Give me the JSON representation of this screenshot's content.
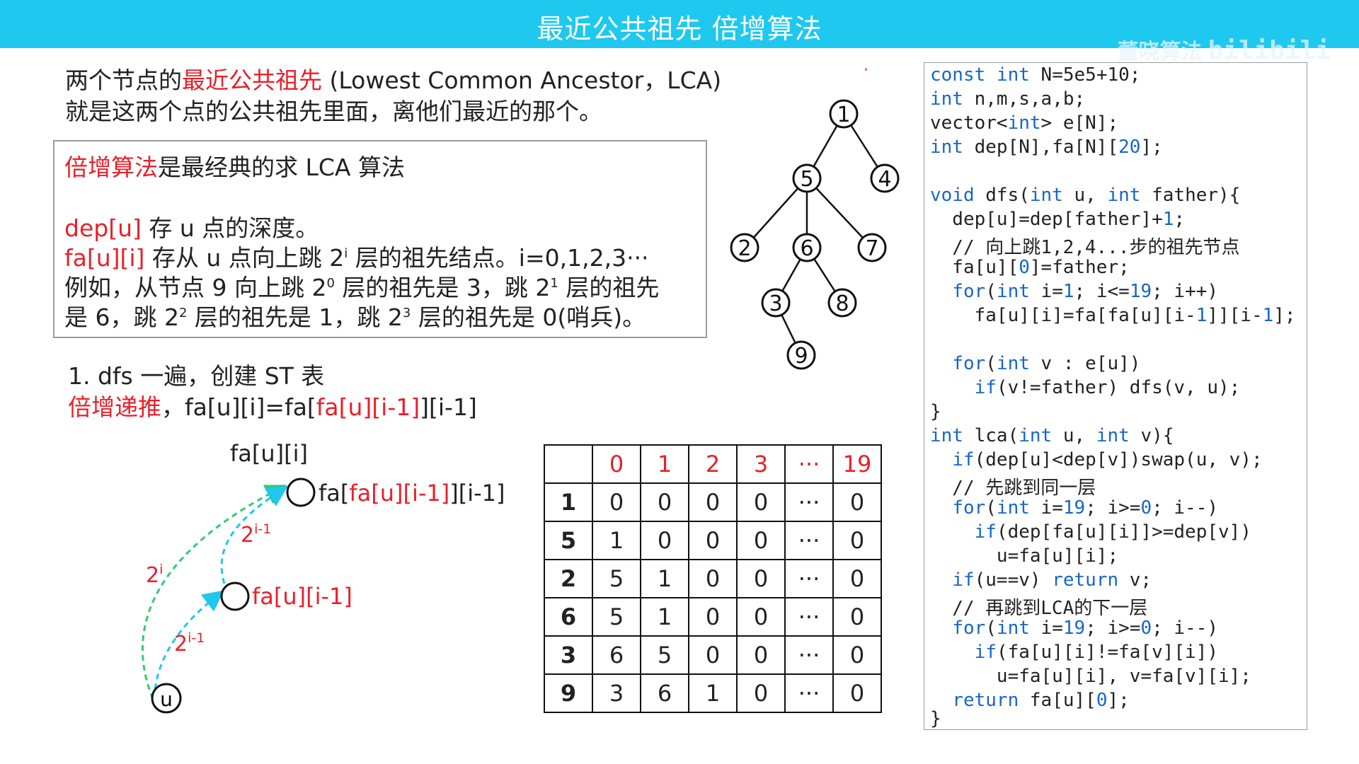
{
  "header": {
    "title": "最近公共祖先 倍增算法",
    "watermark": "董晓算法",
    "watermark_logo": "bilibili"
  },
  "intro": {
    "l1_pre": "两个节点的",
    "l1_highlight": "最近公共祖先",
    "l1_post": " (Lowest Common Ancestor，LCA)",
    "l2": "就是这两个点的公共祖先里面，离他们最近的那个。"
  },
  "box": {
    "l1_highlight": "倍增算法",
    "l1_post": "是最经典的求 LCA 算法",
    "l2_highlight": "dep[u]",
    "l2_post": " 存 u 点的深度。",
    "l3_highlight": "fa[u][i]",
    "l3_a": " 存从 u 点向上跳 2",
    "l3_sup": "i",
    "l3_b": " 层的祖先结点。i=0,1,2,3···",
    "l4_a": "例如，从节点 9 向上跳 2",
    "l4_sup1": "0",
    "l4_b": " 层的祖先是 3，跳 2",
    "l4_sup2": "1",
    "l4_c": " 层的祖先",
    "l5_a": "是 6，跳 2",
    "l5_sup1": "2",
    "l5_b": " 层的祖先是 1，跳 2",
    "l5_sup2": "3",
    "l5_c": " 层的祖先是 0(哨兵)。"
  },
  "steps": {
    "s1": "1.  dfs 一遍，创建 ST 表",
    "s2_highlight": "倍增递推",
    "s2_a": "，fa[u][i]=fa[",
    "s2_b": "fa[u][i-1]",
    "s2_c": "][i-1]"
  },
  "jump": {
    "top_label": "fa[u][i]",
    "top_node_pre": "fa[",
    "top_node_red": "fa[u][i-1]",
    "top_node_post": "][i-1]",
    "mid_node": "fa[u][i-1]",
    "u_node": "u",
    "arc_big": "2",
    "arc_big_sup": "i",
    "arc_top": "2",
    "arc_top_sup": "i-1",
    "arc_bottom": "2",
    "arc_bottom_sup": "i-1"
  },
  "tree": {
    "nodes": [
      "1",
      "5",
      "4",
      "2",
      "6",
      "7",
      "3",
      "8",
      "9"
    ],
    "dot": "·"
  },
  "st_table": {
    "columns": [
      "0",
      "1",
      "2",
      "3",
      "···",
      "19"
    ],
    "rows": [
      {
        "node": "1",
        "cells": [
          "0",
          "0",
          "0",
          "0",
          "···",
          "0"
        ]
      },
      {
        "node": "5",
        "cells": [
          "1",
          "0",
          "0",
          "0",
          "···",
          "0"
        ]
      },
      {
        "node": "2",
        "cells": [
          "5",
          "1",
          "0",
          "0",
          "···",
          "0"
        ]
      },
      {
        "node": "6",
        "cells": [
          "5",
          "1",
          "0",
          "0",
          "···",
          "0"
        ]
      },
      {
        "node": "3",
        "cells": [
          "6",
          "5",
          "0",
          "0",
          "···",
          "0"
        ]
      },
      {
        "node": "9",
        "cells": [
          "3",
          "6",
          "1",
          "0",
          "···",
          "0"
        ]
      }
    ]
  },
  "code": {
    "c1": "const",
    "c1b": " ",
    "c1c": "int",
    "c1d": " N=5e5+10;",
    "c2": "int",
    "c2b": " n,m,s,a,b;",
    "c3": "vector<",
    "c3b": "int",
    "c3c": "> e[N];",
    "c4": "int",
    "c4b": " dep[N],fa[N][",
    "c4c": "20",
    "c4d": "];",
    "c5": "void",
    "c5b": " dfs(",
    "c5c": "int",
    "c5d": " u, ",
    "c5e": "int",
    "c5f": " father){",
    "c6": "  dep[u]=dep[father]+",
    "c6b": "1",
    "c6c": ";",
    "c7": "  // 向上跳1,2,4...步的祖先节点",
    "c8": "  fa[u][",
    "c8b": "0",
    "c8c": "]=father;",
    "c9": "  ",
    "c9b": "for",
    "c9c": "(",
    "c9d": "int",
    "c9e": " i=",
    "c9f": "1",
    "c9g": "; i<=",
    "c9h": "19",
    "c9i": "; i++)",
    "c10": "    fa[u][i]=fa[fa[u][i-",
    "c10b": "1",
    "c10c": "]][i-",
    "c10d": "1",
    "c10e": "];",
    "c11": "  ",
    "c11b": "for",
    "c11c": "(",
    "c11d": "int",
    "c11e": " v : e[u])",
    "c12": "    ",
    "c12b": "if",
    "c12c": "(v!=father) dfs(v, u);",
    "c13": "}",
    "c14": "int",
    "c14b": " lca(",
    "c14c": "int",
    "c14d": " u, ",
    "c14e": "int",
    "c14f": " v){",
    "c15": "  ",
    "c15b": "if",
    "c15c": "(dep[u]<dep[v])swap(u, v);",
    "c16": "  // 先跳到同一层",
    "c17": "  ",
    "c17b": "for",
    "c17c": "(",
    "c17d": "int",
    "c17e": " i=",
    "c17f": "19",
    "c17g": "; i>=",
    "c17h": "0",
    "c17i": "; i--)",
    "c18": "    ",
    "c18b": "if",
    "c18c": "(dep[fa[u][i]]>=dep[v])",
    "c19": "      u=fa[u][i];",
    "c20": "  ",
    "c20b": "if",
    "c20c": "(u==v) ",
    "c20d": "return",
    "c20e": " v;",
    "c21": "  // 再跳到LCA的下一层",
    "c22": "  ",
    "c22b": "for",
    "c22c": "(",
    "c22d": "int",
    "c22e": " i=",
    "c22f": "19",
    "c22g": "; i>=",
    "c22h": "0",
    "c22i": "; i--)",
    "c23": "    ",
    "c23b": "if",
    "c23c": "(fa[u][i]!=fa[v][i])",
    "c24": "      u=fa[u][i], v=fa[v][i];",
    "c25": "  ",
    "c25b": "return",
    "c25c": " fa[u][",
    "c25d": "0",
    "c25e": "];",
    "c26": "}"
  },
  "colors": {
    "accent": "#1ec8ef",
    "highlight": "#e8202a",
    "keyword": "#1766c8",
    "arrow_green": "#2ecc71",
    "arrow_cyan": "#1ec8ef"
  }
}
